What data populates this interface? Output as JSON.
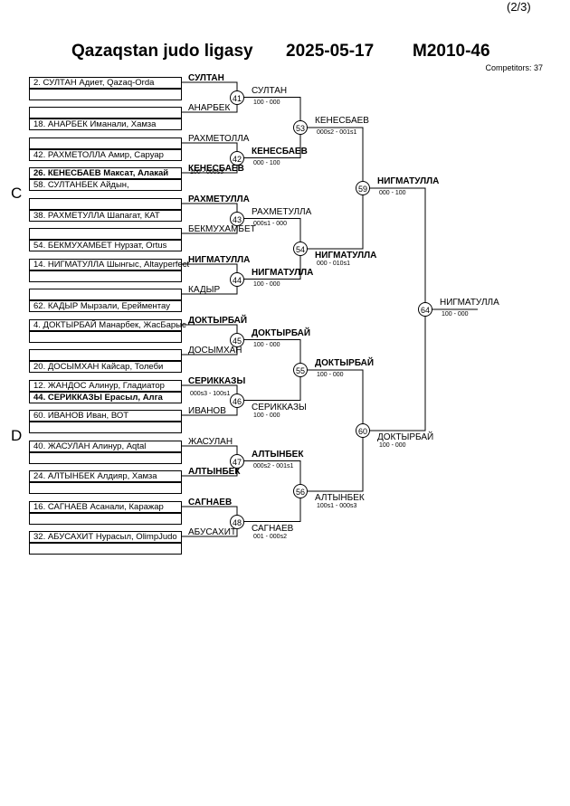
{
  "page_number": "(2/3)",
  "header": {
    "league": "Qazaqstan judo ligasy",
    "date": "2025-05-17",
    "category": "M2010-46",
    "competitors": "Competitors: 37"
  },
  "pools": [
    "C",
    "D"
  ],
  "entries": [
    {
      "text": "2. СУЛТАН Адиет, Qazaq-Orda",
      "bold": false
    },
    {
      "text": "",
      "bold": false
    },
    {
      "text": "",
      "bold": false
    },
    {
      "text": "18. АНАРБЕК Иманали, Хамза",
      "bold": false
    },
    {
      "text": "",
      "bold": false
    },
    {
      "text": "42. РАХМЕТОЛЛА Амир, Саруар",
      "bold": false
    },
    {
      "text": "26. КЕНЕСБАЕВ Максат, Алакай",
      "bold": true
    },
    {
      "text": "58. СУЛТАНБЕК Айдын,",
      "bold": false
    },
    {
      "text": "",
      "bold": false
    },
    {
      "text": "38. РАХМЕТУЛЛА Шапагат, КАТ",
      "bold": false
    },
    {
      "text": "",
      "bold": false
    },
    {
      "text": "54. БЕКМУХАМБЕТ Нурзат, Ortus",
      "bold": false
    },
    {
      "text": "14. НИГМАТУЛЛА Шынгыс, Altayperfect",
      "bold": false
    },
    {
      "text": "",
      "bold": false
    },
    {
      "text": "",
      "bold": false
    },
    {
      "text": "62. КАДЫР Мырзали, Ерейментау",
      "bold": false
    },
    {
      "text": "4. ДОКТЫРБАЙ Манарбек, ЖасБарыс",
      "bold": false
    },
    {
      "text": "",
      "bold": false
    },
    {
      "text": "",
      "bold": false
    },
    {
      "text": "20. ДОСЫМХАН Кайсар, Толеби",
      "bold": false
    },
    {
      "text": "12. ЖАНДОС Алинур, Гладиатор",
      "bold": false
    },
    {
      "text": "44. СЕРИККАЗЫ Ерасыл, Алга",
      "bold": true
    },
    {
      "text": "60. ИВАНОВ Иван, ВОТ",
      "bold": false
    },
    {
      "text": "",
      "bold": false
    },
    {
      "text": "40. ЖАСУЛАН Алинур, Aqtal",
      "bold": false
    },
    {
      "text": "",
      "bold": false
    },
    {
      "text": "24. АЛТЫНБЕК Алдияр, Хамза",
      "bold": false
    },
    {
      "text": "",
      "bold": false
    },
    {
      "text": "16. САГНАЕВ Асанали, Каражар",
      "bold": false
    },
    {
      "text": "",
      "bold": false
    },
    {
      "text": "32. АБУСАХИТ Нурасыл, OlimpJudo",
      "bold": false
    },
    {
      "text": "",
      "bold": false
    }
  ],
  "prelim": [
    {
      "name": "СУЛТАН",
      "bold": true
    },
    {
      "name": "АНАРБЕК",
      "bold": false
    },
    {
      "name": "РАХМЕТОЛЛА",
      "bold": false
    },
    {
      "name": "КЕНЕСБАЕВ",
      "bold": true,
      "score": "100 - 000s3"
    },
    {
      "name": "РАХМЕТУЛЛА",
      "bold": true
    },
    {
      "name": "БЕКМУХАМБЕТ",
      "bold": false
    },
    {
      "name": "НИГМАТУЛЛА",
      "bold": true
    },
    {
      "name": "КАДЫР",
      "bold": false
    },
    {
      "name": "ДОКТЫРБАЙ",
      "bold": true
    },
    {
      "name": "ДОСЫМХАН",
      "bold": false
    },
    {
      "name": "СЕРИККАЗЫ",
      "bold": true,
      "score": "000s3 - 100s1"
    },
    {
      "name": "ИВАНОВ",
      "bold": false
    },
    {
      "name": "ЖАСУЛАН",
      "bold": false
    },
    {
      "name": "АЛТЫНБЕК",
      "bold": true
    },
    {
      "name": "САГНАЕВ",
      "bold": true
    },
    {
      "name": "АБУСАХИТ",
      "bold": false
    }
  ],
  "matches": [
    {
      "id": "41",
      "top": {
        "name": "СУЛТАН",
        "bold": false
      },
      "bottom": {
        "name": "",
        "bold": false
      },
      "score": "100 - 000"
    },
    {
      "id": "42",
      "top": {
        "name": "КЕНЕСБАЕВ",
        "bold": true
      },
      "bottom": {
        "name": "",
        "bold": false
      },
      "score": "000 - 100"
    },
    {
      "id": "43",
      "top": {
        "name": "РАХМЕТУЛЛА",
        "bold": false
      },
      "bottom": {
        "name": "",
        "bold": false
      },
      "score": "000s1 - 000"
    },
    {
      "id": "44",
      "top": {
        "name": "НИГМАТУЛЛА",
        "bold": true
      },
      "bottom": {
        "name": "",
        "bold": false
      },
      "score": "100 - 000"
    },
    {
      "id": "45",
      "top": {
        "name": "ДОКТЫРБАЙ",
        "bold": true
      },
      "bottom": {
        "name": "",
        "bold": false
      },
      "score": "100 - 000"
    },
    {
      "id": "46",
      "top": {
        "name": "",
        "bold": false
      },
      "bottom": {
        "name": "СЕРИККАЗЫ",
        "bold": false
      },
      "score": "100 - 000"
    },
    {
      "id": "47",
      "top": {
        "name": "АЛТЫНБЕК",
        "bold": true
      },
      "bottom": {
        "name": "",
        "bold": false
      },
      "score": "000s2 - 001s1"
    },
    {
      "id": "48",
      "top": {
        "name": "",
        "bold": false
      },
      "bottom": {
        "name": "САГНАЕВ",
        "bold": false
      },
      "score": "001 - 000s2"
    },
    {
      "id": "53",
      "top": {
        "name": "КЕНЕСБАЕВ",
        "bold": false
      },
      "bottom": {
        "name": "",
        "bold": false
      },
      "score": "000s2 - 001s1"
    },
    {
      "id": "54",
      "top": {
        "name": "",
        "bold": false
      },
      "bottom": {
        "name": "НИГМАТУЛЛА",
        "bold": true
      },
      "score": "000 - 010s1"
    },
    {
      "id": "55",
      "top": {
        "name": "ДОКТЫРБАЙ",
        "bold": true
      },
      "bottom": {
        "name": "",
        "bold": false
      },
      "score": "100 - 000"
    },
    {
      "id": "56",
      "top": {
        "name": "",
        "bold": false
      },
      "bottom": {
        "name": "АЛТЫНБЕК",
        "bold": false
      },
      "score": "100s1 - 000s3"
    },
    {
      "id": "59",
      "top": {
        "name": "НИГМАТУЛЛА",
        "bold": true
      },
      "bottom": {
        "name": "",
        "bold": false
      },
      "score": "000 - 100"
    },
    {
      "id": "60",
      "top": {
        "name": "",
        "bold": false
      },
      "bottom": {
        "name": "ДОКТЫРБАЙ",
        "bold": false
      },
      "score": "100 - 000"
    },
    {
      "id": "64",
      "top": {
        "name": "НИГМАТУЛЛА",
        "bold": false
      },
      "bottom": {
        "name": "",
        "bold": false
      },
      "score": "100 - 000"
    }
  ]
}
